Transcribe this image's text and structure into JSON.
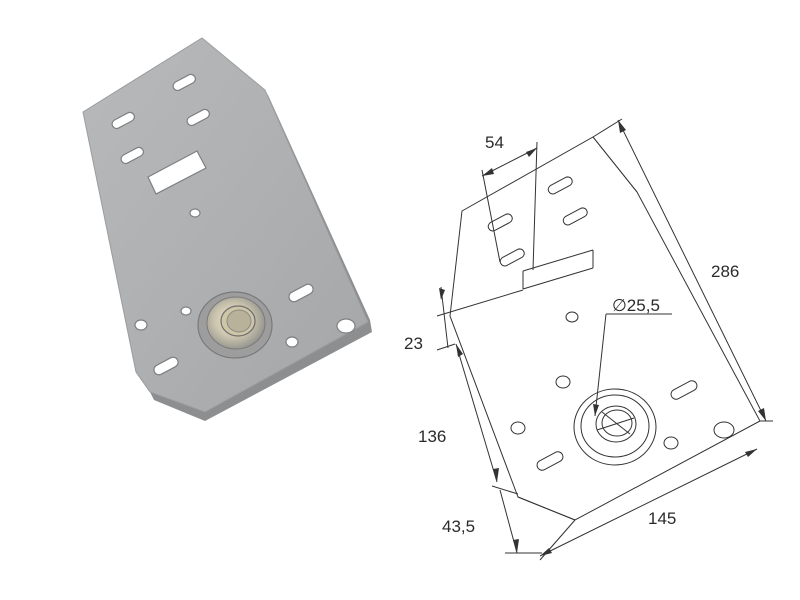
{
  "drawing": {
    "dimensions": {
      "slot_spacing": "54",
      "height_total": "286",
      "hole_diameter": "∅25,5",
      "offset_top": "23",
      "height_mid": "136",
      "offset_bottom": "43,5",
      "width_bottom": "145"
    }
  }
}
